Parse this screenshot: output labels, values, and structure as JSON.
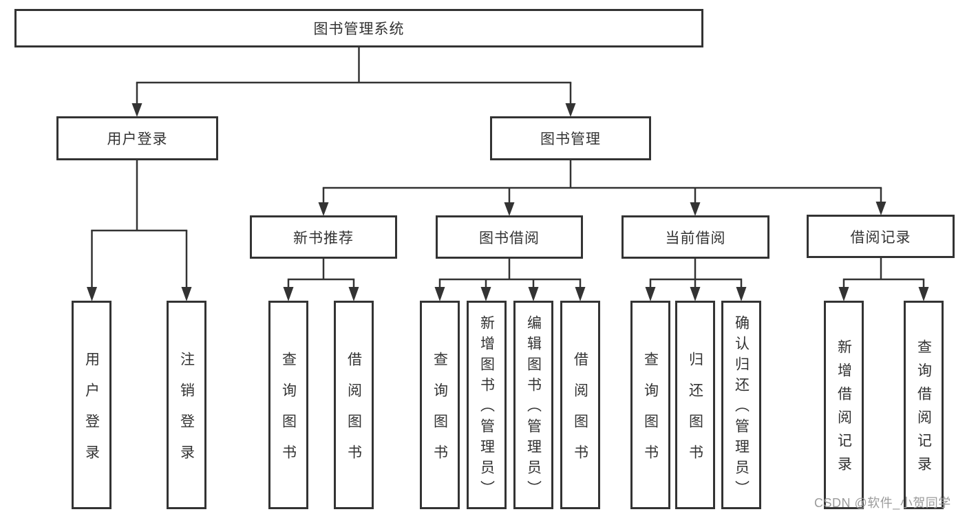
{
  "diagram": {
    "title": "图书管理系统",
    "root": {
      "label": "图书管理系统",
      "children": [
        {
          "label": "用户登录",
          "children": [
            {
              "label": "用户登录"
            },
            {
              "label": "注销登录"
            }
          ]
        },
        {
          "label": "图书管理",
          "children": [
            {
              "label": "新书推荐",
              "children": [
                {
                  "label": "查询图书"
                },
                {
                  "label": "借阅图书"
                }
              ]
            },
            {
              "label": "图书借阅",
              "children": [
                {
                  "label": "查询图书"
                },
                {
                  "label": "新增图书（管理员）"
                },
                {
                  "label": "编辑图书（管理员）"
                },
                {
                  "label": "借阅图书"
                }
              ]
            },
            {
              "label": "当前借阅",
              "children": [
                {
                  "label": "查询图书"
                },
                {
                  "label": "归还图书"
                },
                {
                  "label": "确认归还（管理员）"
                }
              ]
            },
            {
              "label": "借阅记录",
              "children": [
                {
                  "label": "新增借阅记录"
                },
                {
                  "label": "查询借阅记录"
                }
              ]
            }
          ]
        }
      ]
    },
    "colors": {
      "line": "#333333",
      "box_border": "#333333",
      "text": "#333333",
      "background": "#ffffff",
      "watermark_text": "#9b9b9b"
    }
  },
  "watermark": {
    "text": "CSDN @软件_小贺同学"
  }
}
